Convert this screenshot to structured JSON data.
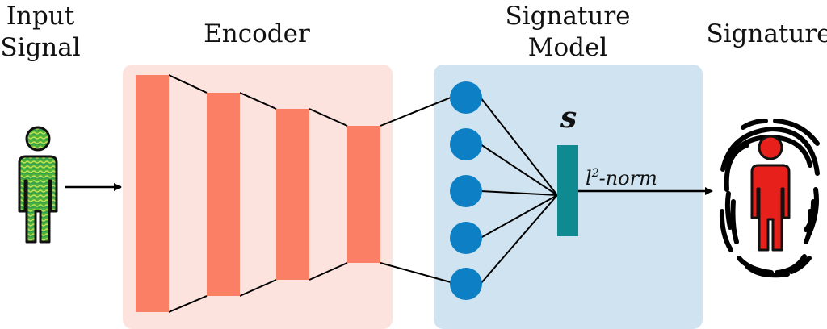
{
  "labels": {
    "input_line1": "Input",
    "input_line2": "Signal",
    "encoder": "Encoder",
    "model_line1": "Signature",
    "model_line2": "Model",
    "signature": "Signature",
    "vector_symbol": "s",
    "norm_base": "l",
    "norm_exponent": "2",
    "norm_suffix": "-norm"
  },
  "colors": {
    "encoder_panel": "#fde3dd",
    "encoder_block": "#fa7f64",
    "model_panel": "#cfe4f0",
    "neuron": "#0d7fc4",
    "signature_vector": "#0f8a90",
    "input_person": "#4db23a",
    "output_person": "#e8201b",
    "line": "#000000"
  },
  "icons": {
    "input": "person-icon",
    "output": "fingerprint-person-icon"
  }
}
